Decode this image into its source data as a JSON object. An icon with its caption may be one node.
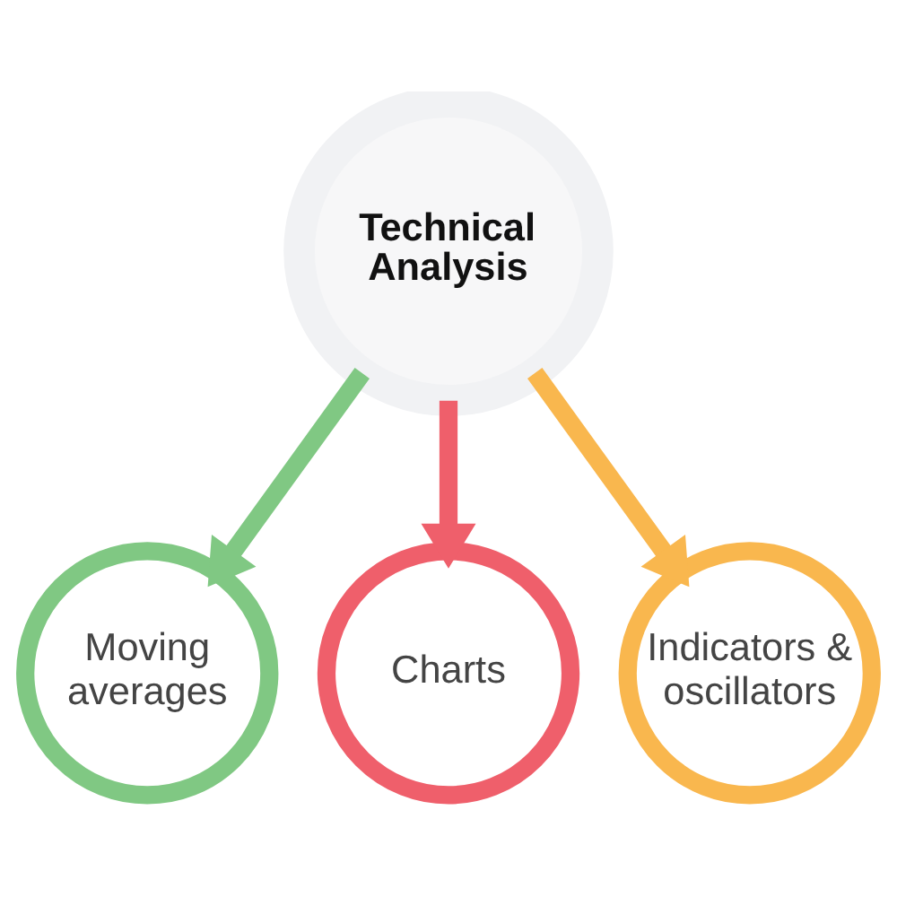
{
  "diagram": {
    "nodes": [
      {
        "text": [
          "Technical Analysis"
        ]
      },
      {
        "text": [
          "Moving averages"
        ]
      },
      {
        "text": [
          "Charts"
        ]
      },
      {
        "text": [
          "Indicators & oscillators"
        ]
      }
    ],
    "edges": [
      {
        "from": 0,
        "to": 1,
        "arrow": "to",
        "color": "#80c883"
      },
      {
        "from": 0,
        "to": 2,
        "arrow": "to",
        "color": "#ef5f6b"
      },
      {
        "from": 0,
        "to": 3,
        "arrow": "to",
        "color": "#f9b74e"
      }
    ]
  }
}
